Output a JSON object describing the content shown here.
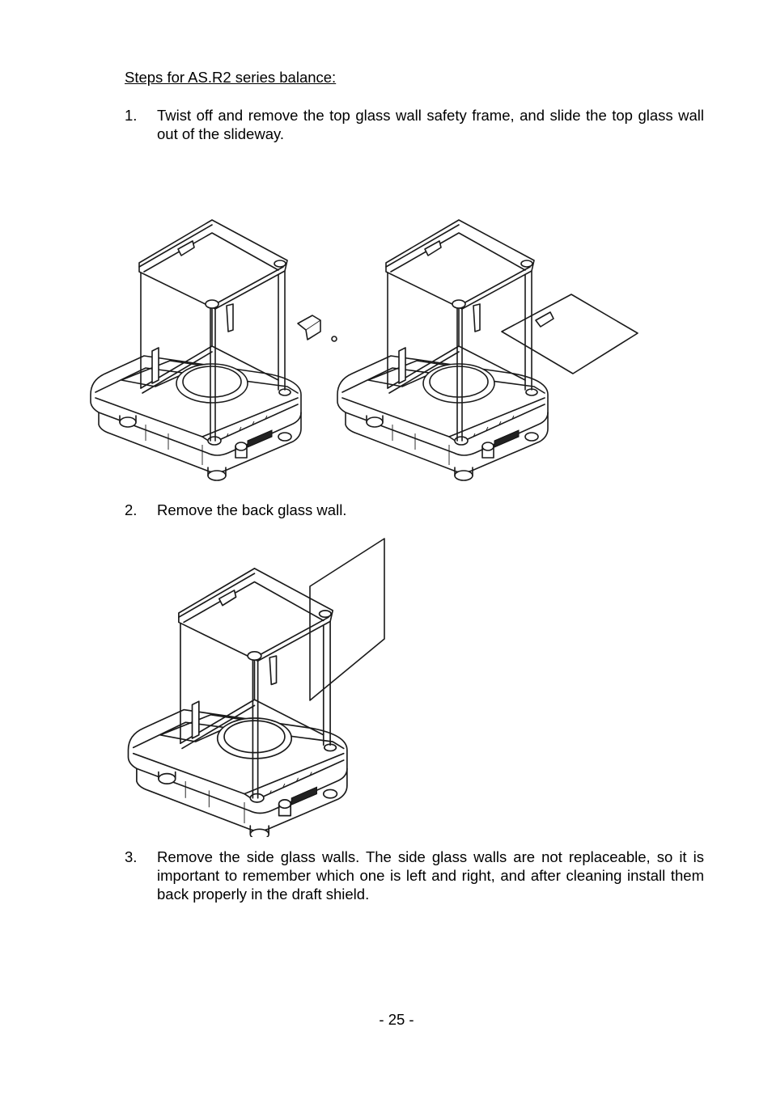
{
  "document": {
    "heading": "Steps for AS.R2 series balance:",
    "steps": [
      {
        "number": "1.",
        "text": "Twist off and remove the top glass wall safety frame, and slide the top glass wall out of the slideway."
      },
      {
        "number": "2.",
        "text": "Remove the back glass wall."
      },
      {
        "number": "3.",
        "text": "Remove the side glass walls. The side glass walls are not replaceable, so it is important to remember which one is left and right, and after cleaning install them back properly in the draft shield."
      }
    ],
    "figures": [
      {
        "id": "fig-1a",
        "description": "balance with top glass wall safety frame removed (frame and screw shown detached)"
      },
      {
        "id": "fig-1b",
        "description": "balance with top glass wall slid out of the slideway"
      },
      {
        "id": "fig-2",
        "description": "balance with back glass wall removed"
      }
    ],
    "page_number": "- 25 -"
  }
}
